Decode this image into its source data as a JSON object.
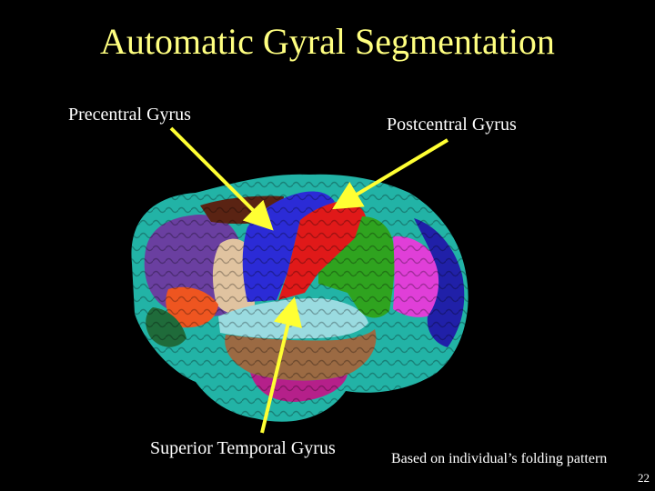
{
  "slide": {
    "title": "Automatic Gyral Segmentation",
    "labels": {
      "precentral": "Precentral Gyrus",
      "postcentral": "Postcentral Gyrus",
      "superior_temporal": "Superior Temporal Gyrus"
    },
    "footnote": "Based on individual’s folding pattern",
    "page_number": "22"
  },
  "colors": {
    "background": "#000000",
    "title": "#ffff80",
    "label_text": "#ffffff",
    "arrow": "#ffff33",
    "regions": {
      "precentral": "#2b2bd6",
      "postcentral": "#e01919",
      "superior_temporal": "#9adbe0",
      "supramarginal": "#2fa31f",
      "frontal": "#6a3fa0",
      "temporal_lower": "#9b6a43",
      "parietal": "#e03fd8",
      "occipital": "#2020a8",
      "margin": "#22b3a6",
      "paracentral": "#5a2313",
      "insula_region": "#e0c3a0",
      "orbital": "#ee5520",
      "pole": "#1f6b3a"
    }
  }
}
